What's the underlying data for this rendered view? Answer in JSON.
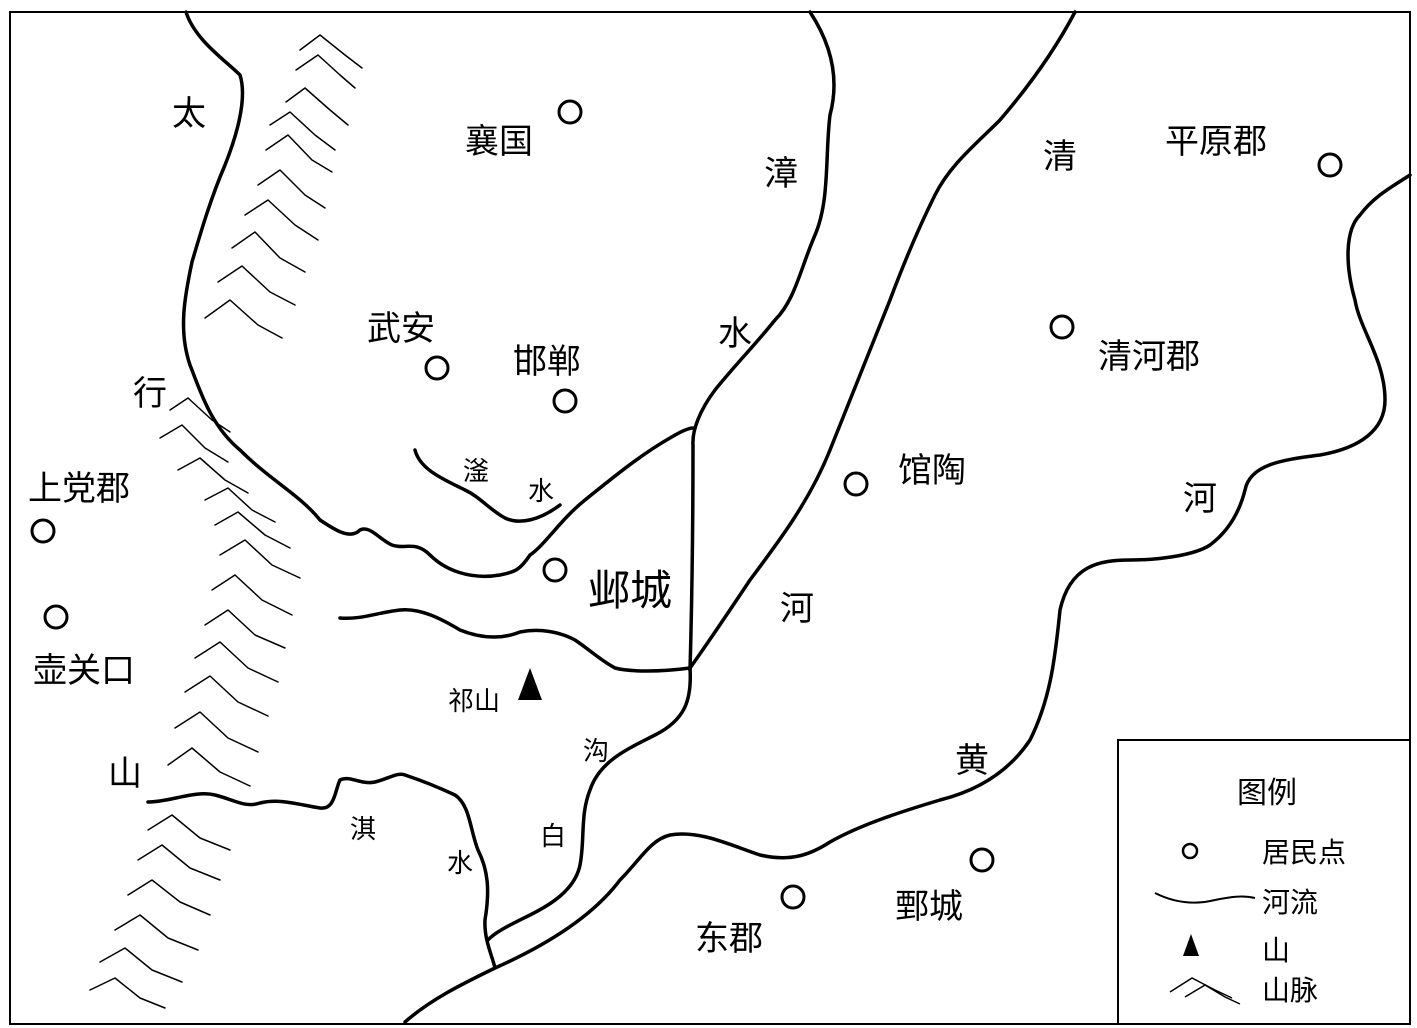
{
  "map": {
    "places": {
      "xiangguo": "襄国",
      "wuan": "武安",
      "handan": "邯郸",
      "yecheng": "邺城",
      "guantao": "馆陶",
      "qinghejun": "清河郡",
      "pingyuanjun": "平原郡",
      "shangdangjun": "上党郡",
      "huguankou": "壶关口",
      "dongjun": "东郡",
      "juancheng": "鄄城"
    },
    "mountain": {
      "qishan": "祁山"
    },
    "mountain_range": {
      "c1": "太",
      "c2": "行",
      "c3": "山"
    },
    "rivers": {
      "zhangshui": [
        "漳",
        "水"
      ],
      "fushui": [
        "滏",
        "水"
      ],
      "qishui": [
        "淇",
        "水"
      ],
      "baigou": [
        "白",
        "沟"
      ],
      "qinghe": [
        "清",
        "河"
      ],
      "huanghe": [
        "黄",
        "河"
      ]
    },
    "legend": {
      "title": "图例",
      "settlement": "居民点",
      "river": "河流",
      "mountain": "山",
      "mountain_range": "山脉"
    }
  }
}
